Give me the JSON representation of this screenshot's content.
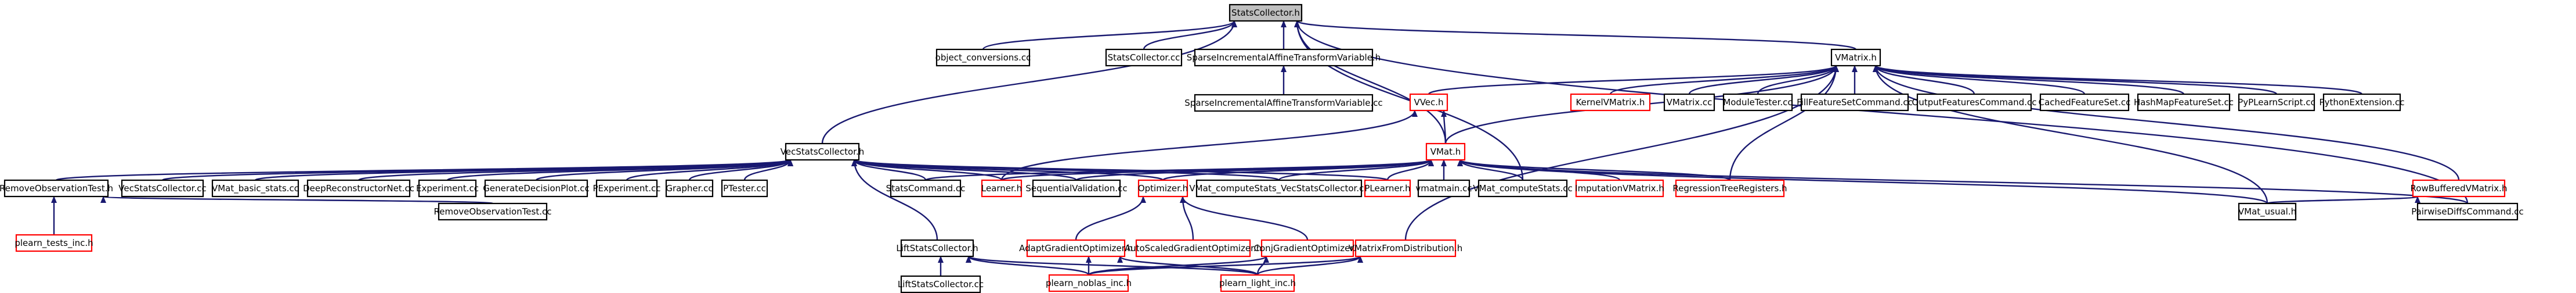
{
  "colors": {
    "edge": "#191970",
    "node_border": "#000000",
    "red_border": "#ff0000",
    "root_fill": "#bfbfbf"
  },
  "nodes": {
    "statscollector_h": {
      "label": "StatsCollector.h"
    },
    "object_conversions_cc": {
      "label": "object_conversions.cc"
    },
    "statscollector_cc": {
      "label": "StatsCollector.cc"
    },
    "sparseincr_h": {
      "label": "SparseIncrementalAffineTransformVariable.h"
    },
    "sparseincr_cc": {
      "label": "SparseIncrementalAffineTransformVariable.cc"
    },
    "vmatrix_h": {
      "label": "VMatrix.h"
    },
    "kernelvmatrix_h": {
      "label": "KernelVMatrix.h"
    },
    "vmatrix_cc": {
      "label": "VMatrix.cc"
    },
    "moduletester_cc": {
      "label": "ModuleTester.cc"
    },
    "fillfeatureset_cc": {
      "label": "FillFeatureSetCommand.cc"
    },
    "outputfeatures_cc": {
      "label": "OutputFeaturesCommand.cc"
    },
    "cachedfeatureset_cc": {
      "label": "CachedFeatureSet.cc"
    },
    "hashmapfeatureset_cc": {
      "label": "HashMapFeatureSet.cc"
    },
    "pyplearnscript_cc": {
      "label": "PyPLearnScript.cc"
    },
    "pythonextension_cc": {
      "label": "PythonExtension.cc"
    },
    "rowbufferedvmatrix_h": {
      "label": "RowBufferedVMatrix.h"
    },
    "vvec_h": {
      "label": "VVec.h"
    },
    "vmat_h": {
      "label": "VMat.h"
    },
    "vecstatscollector_h": {
      "label": "VecStatsCollector.h"
    },
    "removeobs_h": {
      "label": "RemoveObservationTest.h"
    },
    "vecstatscollector_cc": {
      "label": "VecStatsCollector.cc"
    },
    "vmat_basic_stats_cc": {
      "label": "VMat_basic_stats.cc"
    },
    "deepreconstructor_cc": {
      "label": "DeepReconstructorNet.cc"
    },
    "experiment_cc": {
      "label": "Experiment.cc"
    },
    "generatedecisionplot_cc": {
      "label": "GenerateDecisionPlot.cc"
    },
    "pexperiment_cc": {
      "label": "PExperiment.cc"
    },
    "grapher_cc": {
      "label": "Grapher.cc"
    },
    "ptester_cc": {
      "label": "PTester.cc"
    },
    "statscommand_cc": {
      "label": "StatsCommand.cc"
    },
    "learner_h": {
      "label": "Learner.h"
    },
    "sequentialvalidation_cc": {
      "label": "SequentialValidation.cc"
    },
    "optimizer_h": {
      "label": "Optimizer.h"
    },
    "vmat_computestats_vsc_cc": {
      "label": "VMat_computeStats_VecStatsCollector.cc"
    },
    "plearner_h": {
      "label": "PLearner.h"
    },
    "vmatmain_cc": {
      "label": "vmatmain.cc"
    },
    "vmat_computestats_cc": {
      "label": "VMat_computeStats.cc"
    },
    "imputationvmatrix_h": {
      "label": "ImputationVMatrix.h"
    },
    "regressiontreeregisters_h": {
      "label": "RegressionTreeRegisters.h"
    },
    "vmat_usual_h": {
      "label": "VMat_usual.h"
    },
    "pairwisediffs_cc": {
      "label": "PairwiseDiffsCommand.cc"
    },
    "plearn_tests_inc_h": {
      "label": "plearn_tests_inc.h"
    },
    "removeobs_cc": {
      "label": "RemoveObservationTest.cc"
    },
    "lifttstatscollector_h": {
      "label": "LiftStatsCollector.h"
    },
    "adaptgradient_h": {
      "label": "AdaptGradientOptimizer.h"
    },
    "autoscaledgradient_h": {
      "label": "AutoScaledGradientOptimizer.h"
    },
    "conjgradient_h": {
      "label": "ConjGradientOptimizer.h"
    },
    "vmatrixfromdistribution_h": {
      "label": "VMatrixFromDistribution.h"
    },
    "liftstatscollector_cc": {
      "label": "LiftStatsCollector.cc"
    },
    "plearn_noblas_inc_h": {
      "label": "plearn_noblas_inc.h"
    },
    "plearn_light_inc_h": {
      "label": "plearn_light_inc.h"
    }
  }
}
